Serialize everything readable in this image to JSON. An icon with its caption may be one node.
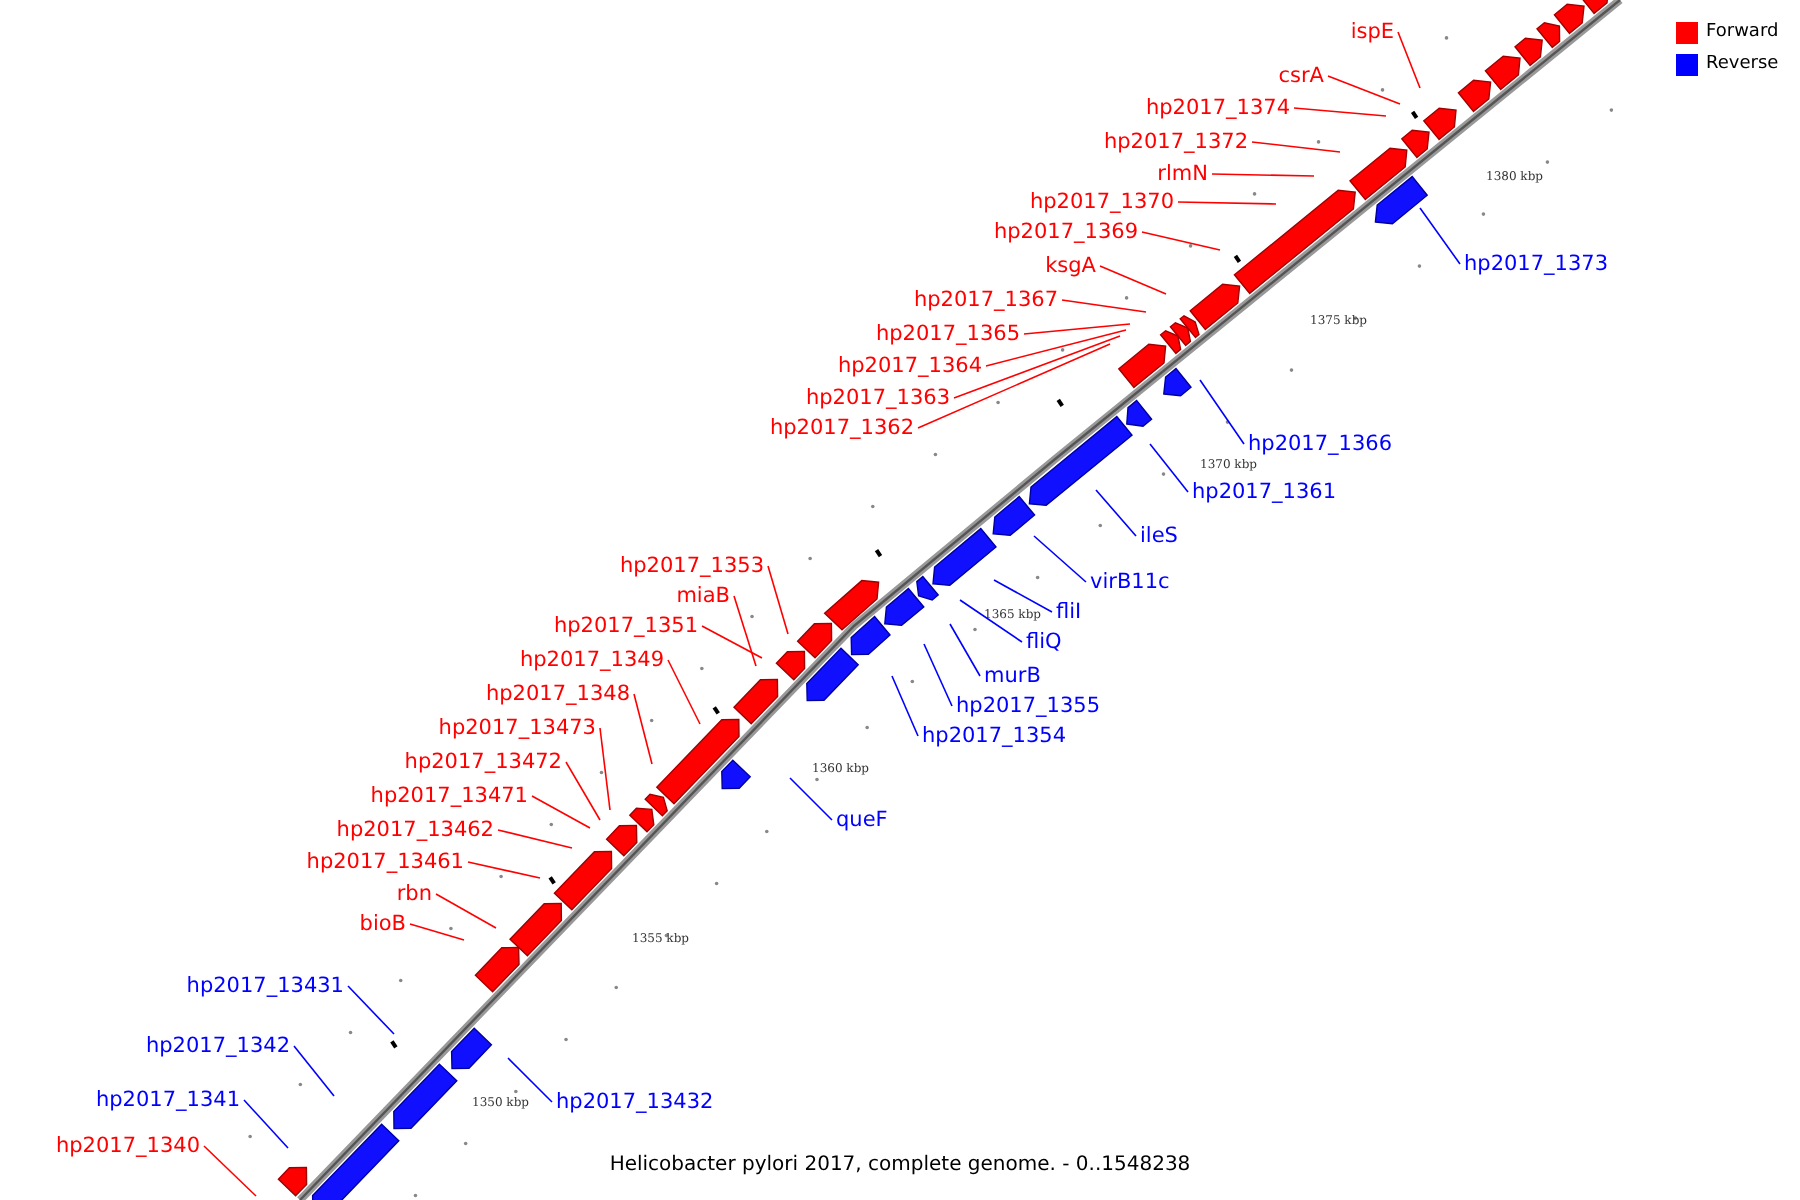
{
  "diagram": {
    "caption": "Helicobacter pylori 2017, complete genome. - 0..1548238",
    "nodes": [
      {
        "text": [
          "ispE"
        ]
      },
      {
        "text": [
          "csrA"
        ]
      },
      {
        "text": [
          "hp2017_1374"
        ]
      },
      {
        "text": [
          "hp2017_1372"
        ]
      },
      {
        "text": [
          "rlmN"
        ]
      },
      {
        "text": [
          "hp2017_1370"
        ]
      },
      {
        "text": [
          "hp2017_1369"
        ]
      },
      {
        "text": [
          "ksgA"
        ]
      },
      {
        "text": [
          "hp2017_1367"
        ]
      },
      {
        "text": [
          "hp2017_1365"
        ]
      },
      {
        "text": [
          "hp2017_1364"
        ]
      },
      {
        "text": [
          "hp2017_1363"
        ]
      },
      {
        "text": [
          "hp2017_1362"
        ]
      },
      {
        "text": [
          "hp2017_1373"
        ]
      },
      {
        "text": [
          "hp2017_1366"
        ]
      },
      {
        "text": [
          "hp2017_1361"
        ]
      },
      {
        "text": [
          "ileS"
        ]
      },
      {
        "text": [
          "virB11c"
        ]
      },
      {
        "text": [
          "fliI"
        ]
      },
      {
        "text": [
          "fliQ"
        ]
      },
      {
        "text": [
          "murB"
        ]
      },
      {
        "text": [
          "hp2017_1355"
        ]
      },
      {
        "text": [
          "hp2017_1354"
        ]
      },
      {
        "text": [
          "queF"
        ]
      },
      {
        "text": [
          "hp2017_1353"
        ]
      },
      {
        "text": [
          "miaB"
        ]
      },
      {
        "text": [
          "hp2017_1351"
        ]
      },
      {
        "text": [
          "hp2017_1349"
        ]
      },
      {
        "text": [
          "hp2017_1348"
        ]
      },
      {
        "text": [
          "hp2017_13473"
        ]
      },
      {
        "text": [
          "hp2017_13472"
        ]
      },
      {
        "text": [
          "hp2017_13471"
        ]
      },
      {
        "text": [
          "hp2017_13462"
        ]
      },
      {
        "text": [
          "hp2017_13461"
        ]
      },
      {
        "text": [
          "rbn"
        ]
      },
      {
        "text": [
          "bioB"
        ]
      },
      {
        "text": [
          "hp2017_13431"
        ]
      },
      {
        "text": [
          "hp2017_1342"
        ]
      },
      {
        "text": [
          "hp2017_1341"
        ]
      },
      {
        "text": [
          "hp2017_1340"
        ]
      },
      {
        "text": [
          "hp2017_13432"
        ]
      }
    ],
    "edges": [
      {
        "from": 0,
        "to": null,
        "arrow": "none"
      },
      {
        "from": 1,
        "to": null,
        "arrow": "none"
      },
      {
        "from": 2,
        "to": null,
        "arrow": "none"
      },
      {
        "from": 3,
        "to": null,
        "arrow": "none"
      },
      {
        "from": 4,
        "to": null,
        "arrow": "none"
      },
      {
        "from": 5,
        "to": null,
        "arrow": "none"
      },
      {
        "from": 6,
        "to": null,
        "arrow": "none"
      },
      {
        "from": 7,
        "to": null,
        "arrow": "none"
      },
      {
        "from": 8,
        "to": null,
        "arrow": "none"
      },
      {
        "from": 9,
        "to": null,
        "arrow": "none"
      },
      {
        "from": 10,
        "to": null,
        "arrow": "none"
      },
      {
        "from": 11,
        "to": null,
        "arrow": "none"
      },
      {
        "from": 12,
        "to": null,
        "arrow": "none"
      },
      {
        "from": 13,
        "to": null,
        "arrow": "none",
        "color": "#0000ff"
      },
      {
        "from": 14,
        "to": null,
        "arrow": "none",
        "color": "#0000ff"
      },
      {
        "from": 15,
        "to": null,
        "arrow": "none",
        "color": "#0000ff"
      },
      {
        "from": 16,
        "to": null,
        "arrow": "none",
        "color": "#0000ff"
      },
      {
        "from": 17,
        "to": null,
        "arrow": "none",
        "color": "#0000ff"
      },
      {
        "from": 18,
        "to": null,
        "arrow": "none",
        "color": "#0000ff"
      },
      {
        "from": 19,
        "to": null,
        "arrow": "none",
        "color": "#0000ff"
      },
      {
        "from": 20,
        "to": null,
        "arrow": "none",
        "color": "#0000ff"
      },
      {
        "from": 21,
        "to": null,
        "arrow": "none",
        "color": "#0000ff"
      },
      {
        "from": 22,
        "to": null,
        "arrow": "none",
        "color": "#0000ff"
      },
      {
        "from": 23,
        "to": null,
        "arrow": "none",
        "color": "#0000ff"
      },
      {
        "from": 24,
        "to": null,
        "arrow": "none"
      },
      {
        "from": 25,
        "to": null,
        "arrow": "none"
      },
      {
        "from": 26,
        "to": null,
        "arrow": "none"
      },
      {
        "from": 27,
        "to": null,
        "arrow": "none"
      },
      {
        "from": 28,
        "to": null,
        "arrow": "none"
      },
      {
        "from": 29,
        "to": null,
        "arrow": "none"
      },
      {
        "from": 30,
        "to": null,
        "arrow": "none"
      },
      {
        "from": 31,
        "to": null,
        "arrow": "none"
      },
      {
        "from": 32,
        "to": null,
        "arrow": "none"
      },
      {
        "from": 33,
        "to": null,
        "arrow": "none"
      },
      {
        "from": 34,
        "to": null,
        "arrow": "none"
      },
      {
        "from": 35,
        "to": null,
        "arrow": "none"
      },
      {
        "from": 36,
        "to": null,
        "arrow": "none",
        "color": "#0000ff"
      },
      {
        "from": 37,
        "to": null,
        "arrow": "none",
        "color": "#0000ff"
      },
      {
        "from": 38,
        "to": null,
        "arrow": "none",
        "color": "#0000ff"
      },
      {
        "from": 39,
        "to": null,
        "arrow": "none"
      },
      {
        "from": 40,
        "to": null,
        "arrow": "none",
        "color": "#0000ff"
      }
    ],
    "labels": [
      "1380 kbp",
      "1375 kbp",
      "1370 kbp",
      "1365 kbp",
      "1360 kbp",
      "1355 kbp",
      "1350 kbp"
    ],
    "legend": [
      {
        "text": "Forward",
        "color": "#ff0000"
      },
      {
        "text": "Reverse",
        "color": "#0000ff"
      }
    ]
  }
}
